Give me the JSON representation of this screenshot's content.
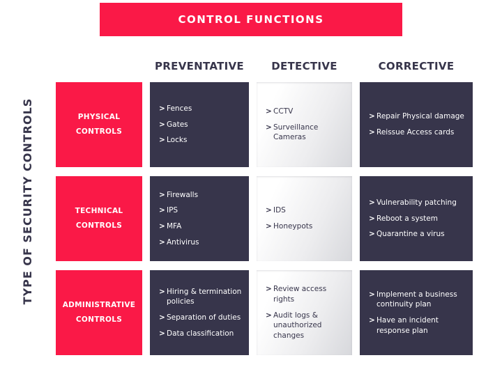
{
  "banner": {
    "title": "CONTROL FUNCTIONS"
  },
  "axis_label": "TYPE OF SECURITY CONTROLS",
  "bullet_char": ">",
  "columns": [
    "PREVENTATIVE",
    "DETECTIVE",
    "CORRECTIVE"
  ],
  "rows": [
    {
      "label": "PHYSICAL CONTROLS",
      "cells": [
        [
          "Fences",
          "Gates",
          "Locks"
        ],
        [
          "CCTV",
          "Surveillance Cameras"
        ],
        [
          "Repair Physical damage",
          "Reissue Access cards"
        ]
      ]
    },
    {
      "label": "TECHNICAL CONTROLS",
      "cells": [
        [
          "Firewalls",
          "IPS",
          "MFA",
          "Antivirus"
        ],
        [
          "IDS",
          "Honeypots"
        ],
        [
          "Vulnerability patching",
          "Reboot a system",
          "Quarantine a virus"
        ]
      ]
    },
    {
      "label": "ADMINISTRATIVE CONTROLS",
      "cells": [
        [
          "Hiring & termination policies",
          "Separation of duties",
          "Data classification"
        ],
        [
          "Review access rights",
          "Audit logs & unauthorized changes"
        ],
        [
          "Implement a business continuity plan",
          "Have an incident response plan"
        ]
      ]
    }
  ],
  "colors": {
    "accent_red": "#FA1947",
    "dark_navy": "#37354B",
    "light_cell_start": "#FFFFFF",
    "light_cell_end": "#D7D8DC",
    "text_on_dark": "#FFFFFF"
  }
}
